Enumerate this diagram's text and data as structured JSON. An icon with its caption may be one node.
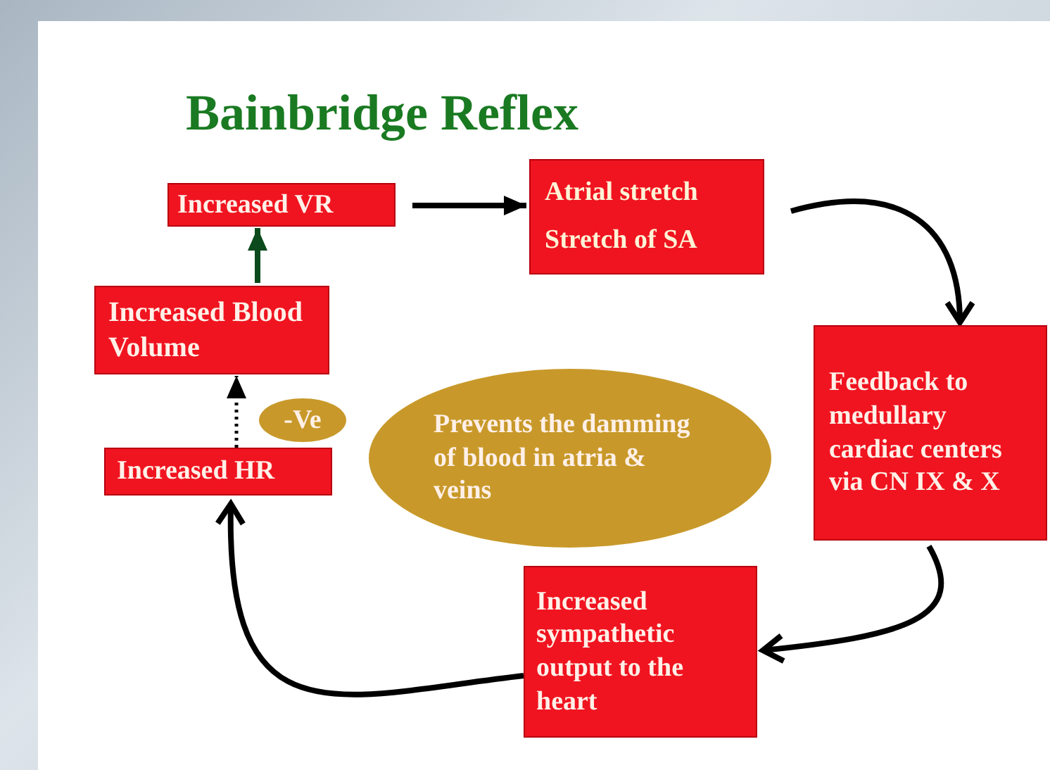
{
  "diagram": {
    "title": "Bainbridge Reflex",
    "nodes": [
      {
        "text": [
          "Increased VR"
        ]
      },
      {
        "text": [
          "Atrial stretch",
          "Stretch of SA"
        ]
      },
      {
        "text": [
          "Feedback to medullary cardiac centers via CN IX & X"
        ]
      },
      {
        "text": [
          "Increased sympathetic output to the heart"
        ]
      },
      {
        "text": [
          "Increased HR"
        ]
      },
      {
        "text": [
          "Increased Blood Volume"
        ]
      },
      {
        "text": [
          "Prevents the damming of blood in atria & veins"
        ]
      },
      {
        "text": [
          "-Ve"
        ]
      }
    ],
    "edges": [
      {
        "from": 0,
        "to": 1,
        "arrow": "to"
      },
      {
        "from": 1,
        "to": 2,
        "arrow": "to"
      },
      {
        "from": 2,
        "to": 3,
        "arrow": "to"
      },
      {
        "from": 3,
        "to": 4,
        "arrow": "to"
      },
      {
        "from": 4,
        "to": 5,
        "arrow": "to",
        "style": "dashed"
      },
      {
        "from": 5,
        "to": 0,
        "arrow": "to",
        "color": "#0b4a1c"
      }
    ]
  }
}
